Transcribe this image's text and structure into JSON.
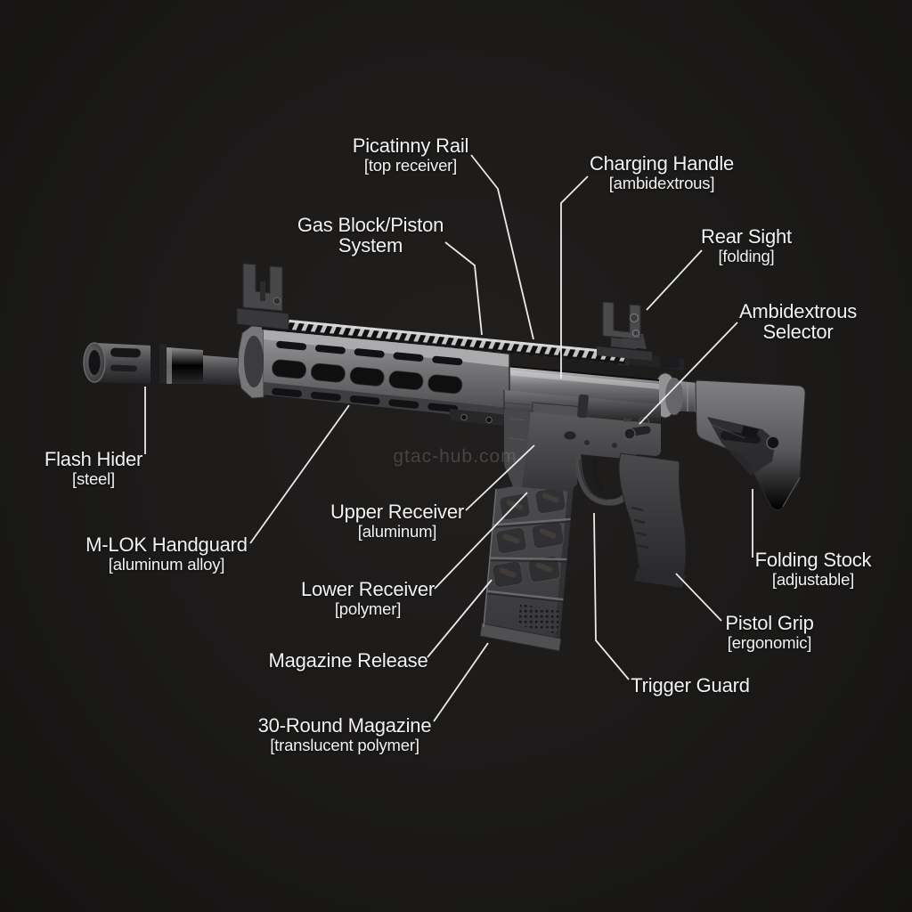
{
  "watermark": {
    "text": "gtac-hub.com"
  },
  "colors": {
    "background": "#1b1a19",
    "label_text": "#f2f2f2",
    "leader_line": "#eaeaea",
    "watermark": "#6f6f6f",
    "metal_light": "#9c9c9e",
    "metal_dark": "#2c2c2e"
  },
  "diagram": {
    "labels": [
      {
        "id": "picatinny-rail",
        "title": "Picatinny Rail",
        "spec": "[top receiver]"
      },
      {
        "id": "charging-handle",
        "title": "Charging Handle",
        "spec": "[ambidextrous]"
      },
      {
        "id": "gas-block-piston",
        "title": "Gas Block/Piston System",
        "spec": ""
      },
      {
        "id": "rear-sight",
        "title": "Rear Sight",
        "spec": "[folding]"
      },
      {
        "id": "ambidextrous-selector",
        "title": "Ambidextrous Selector",
        "spec": ""
      },
      {
        "id": "flash-hider",
        "title": "Flash Hider",
        "spec": "[steel]"
      },
      {
        "id": "mlok-handguard",
        "title": "M-LOK Handguard",
        "spec": "[aluminum alloy]"
      },
      {
        "id": "upper-receiver",
        "title": "Upper Receiver",
        "spec": "[aluminum]"
      },
      {
        "id": "lower-receiver",
        "title": "Lower Receiver",
        "spec": "[polymer]"
      },
      {
        "id": "magazine-release",
        "title": "Magazine Release",
        "spec": ""
      },
      {
        "id": "30-round-magazine",
        "title": "30-Round Magazine",
        "spec": "[translucent polymer]"
      },
      {
        "id": "trigger-guard",
        "title": "Trigger Guard",
        "spec": ""
      },
      {
        "id": "pistol-grip",
        "title": "Pistol Grip",
        "spec": ""
      },
      {
        "id": "folding-stock",
        "title": "Folding Stock",
        "spec": "[adjustable]"
      }
    ],
    "pistol_grip_spec": "[ergonomic]"
  }
}
